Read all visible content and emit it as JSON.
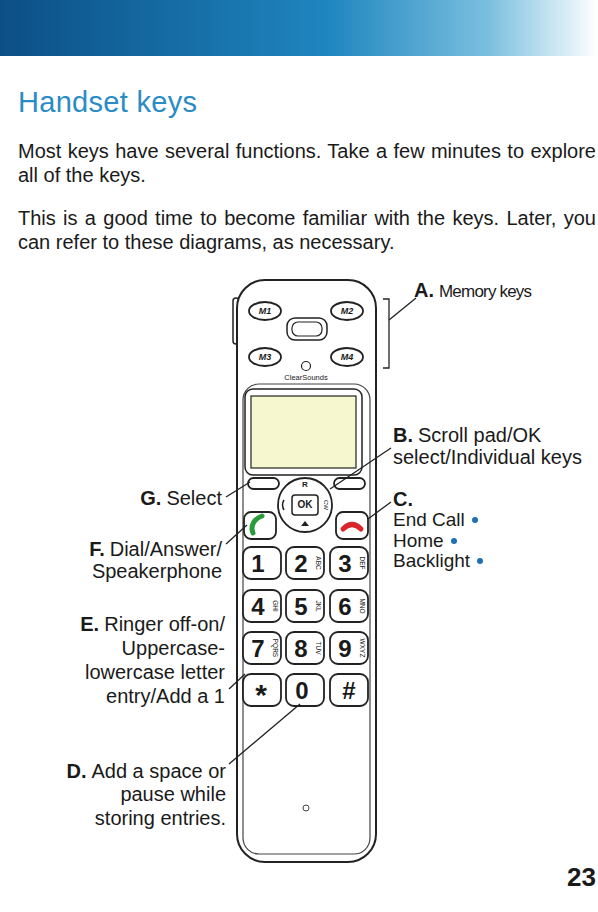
{
  "diagram": {
    "title": "Handset keys",
    "labels": [
      "Most keys have several functions. Take a few minutes to explore all of the keys.",
      "This is a good time to become familiar with the keys. Later, you can refer to these diagrams, as necessary.",
      "A.",
      "Memory keys",
      "B.",
      "Scroll pad/OK select/Individual keys",
      "C.",
      "End Call",
      "Home",
      "Backlight",
      "G.",
      "Select",
      "F.",
      "Dial/Answer/ Speakerphone",
      "E.",
      "Ringer off-on/ Uppercase- lowercase letter entry/Add a 1",
      "D.",
      "Add a space or pause while storing entries.",
      "M1",
      "M2",
      "M3",
      "M4",
      "ClearSounds",
      "R",
      "OK",
      "CW",
      "1",
      "2",
      "ABC",
      "3",
      "DEF",
      "4",
      "GHI",
      "5",
      "JKL",
      "6",
      "MNO",
      "7",
      "PQRS",
      "8",
      "TUV",
      "9",
      "WXYZ",
      "*",
      "0",
      "#",
      "23"
    ]
  }
}
